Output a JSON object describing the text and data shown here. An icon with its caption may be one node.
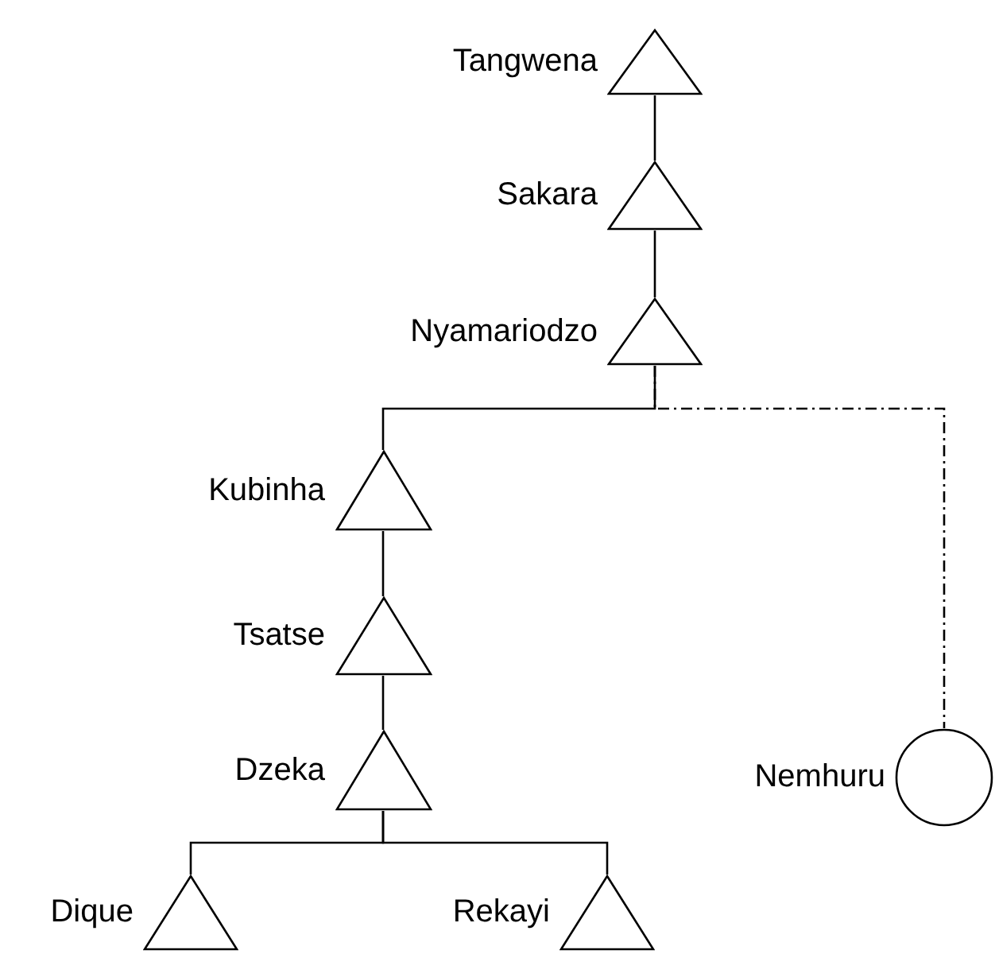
{
  "diagram": {
    "nodes": [
      {
        "text": [],
        "shape": "triangle",
        "beside": [
          "Tangwena"
        ]
      },
      {
        "text": [],
        "shape": "triangle",
        "beside": [
          "Sakara"
        ]
      },
      {
        "text": [],
        "shape": "triangle",
        "beside": [
          "Nyamariodzo"
        ]
      },
      {
        "text": [],
        "shape": "triangle",
        "beside": [
          "Kubinha"
        ]
      },
      {
        "text": [],
        "shape": "circle",
        "beside": [
          "Nemhuru"
        ]
      },
      {
        "text": [],
        "shape": "triangle",
        "beside": [
          "Tsatse"
        ]
      },
      {
        "text": [],
        "shape": "triangle",
        "beside": [
          "Dzeka"
        ]
      },
      {
        "text": [],
        "shape": "triangle",
        "beside": [
          "Dique"
        ]
      },
      {
        "text": [],
        "shape": "triangle",
        "beside": [
          "Rekayi"
        ]
      }
    ],
    "edges": [
      {
        "from": 0,
        "to": 1,
        "arrow": "none"
      },
      {
        "from": 1,
        "to": 2,
        "arrow": "none"
      },
      {
        "from": 2,
        "to": 3,
        "arrow": "none"
      },
      {
        "from": 2,
        "to": 4,
        "arrow": "none",
        "style": "dashed"
      },
      {
        "from": 3,
        "to": 5,
        "arrow": "none"
      },
      {
        "from": 5,
        "to": 6,
        "arrow": "none"
      },
      {
        "from": 6,
        "to": 7,
        "arrow": "none"
      },
      {
        "from": 6,
        "to": 8,
        "arrow": "none"
      }
    ]
  }
}
